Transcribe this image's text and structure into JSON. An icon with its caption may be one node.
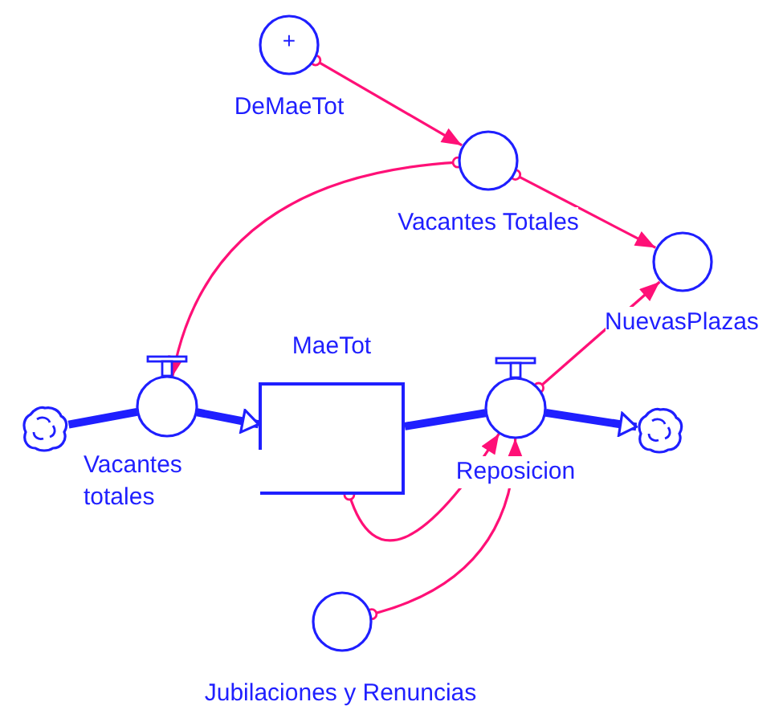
{
  "diagram": {
    "nodes": [
      {
        "text": [
          "+",
          "DeMaeTot"
        ]
      },
      {
        "text": [
          "Vacantes Totales"
        ]
      },
      {
        "text": [
          "NuevasPlazas"
        ]
      },
      {
        "text": [],
        "shape": "cloud"
      },
      {
        "text": [
          "Vacantes totales"
        ]
      },
      {
        "text": [
          "MaeTot"
        ]
      },
      {
        "text": [
          "Reposicion"
        ]
      },
      {
        "text": [],
        "shape": "cloud"
      },
      {
        "text": [
          "Jubilaciones y Renuncias"
        ]
      }
    ],
    "edges": [
      {
        "from": 0,
        "to": 1,
        "arrow": "to"
      },
      {
        "from": 1,
        "to": 2,
        "arrow": "to"
      },
      {
        "from": 1,
        "to": 4,
        "arrow": "to"
      },
      {
        "from": 6,
        "to": 2,
        "arrow": "to"
      },
      {
        "from": 5,
        "to": 6,
        "arrow": "to"
      },
      {
        "from": 8,
        "to": 6,
        "arrow": "to"
      },
      {
        "from": 3,
        "to": 4,
        "arrow": "none",
        "style": "thick",
        "color": "#1f1fff"
      },
      {
        "from": 4,
        "to": 5,
        "arrow": "to",
        "style": "thick",
        "color": "#1f1fff"
      },
      {
        "from": 5,
        "to": 6,
        "arrow": "none",
        "style": "thick",
        "color": "#1f1fff"
      },
      {
        "from": 6,
        "to": 7,
        "arrow": "to",
        "style": "thick",
        "color": "#1f1fff"
      }
    ]
  }
}
